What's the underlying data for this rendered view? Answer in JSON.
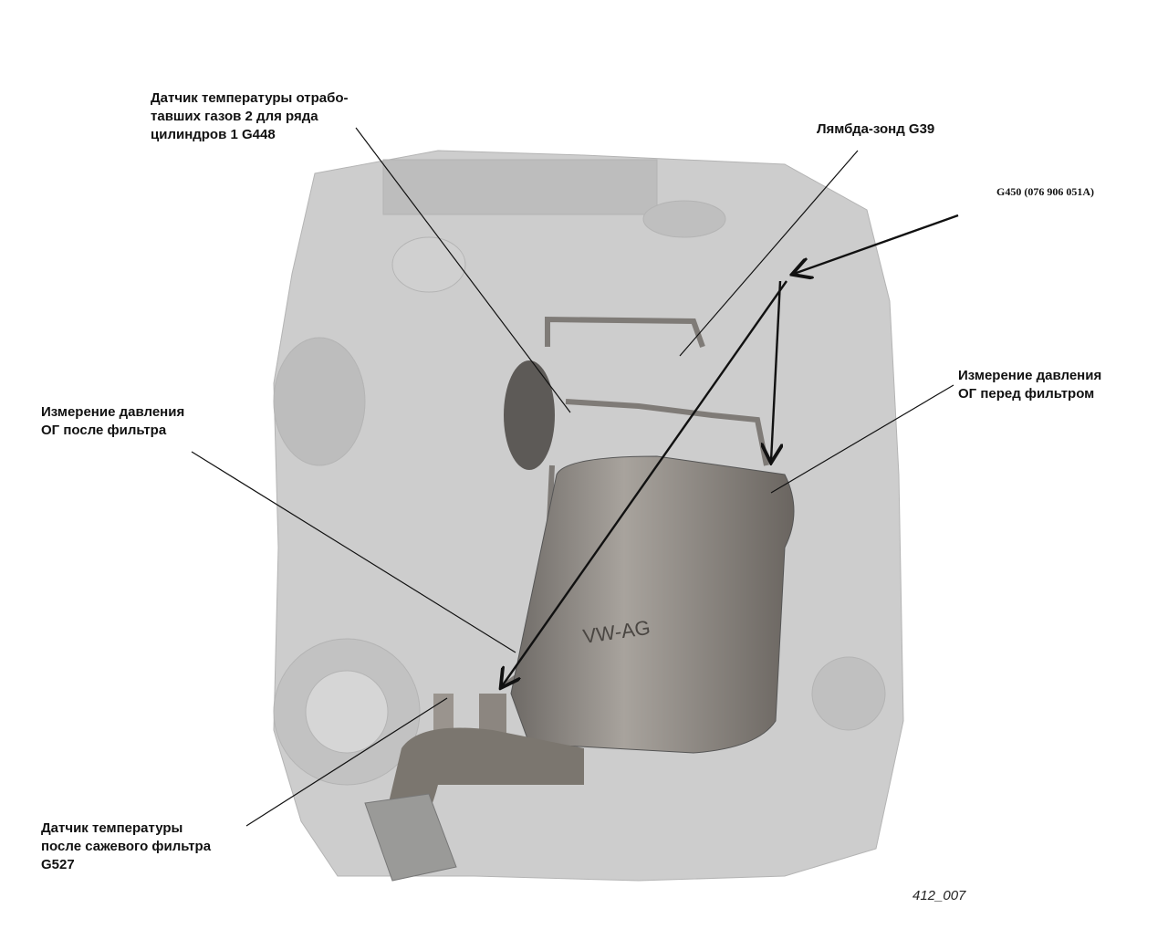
{
  "labels": {
    "g448": "Датчик температуры отрабо-\nтавших газов 2 для ряда\nцилиндров 1  G448",
    "lambda": "Лямбда-зонд G39",
    "g450": "G450 (076 906 051A)",
    "pressure_before": "Измерение давления\nОГ перед фильтром",
    "pressure_after": "Измерение давления\nОГ после фильтра",
    "g527": "Датчик температуры\nпосле сажевого фильтра\nG527"
  },
  "figure_number": "412_007",
  "filter_marking": "VW-AG",
  "colors": {
    "engine": "#c9c9c9",
    "filter": "#8a8580",
    "line": "#111111"
  }
}
